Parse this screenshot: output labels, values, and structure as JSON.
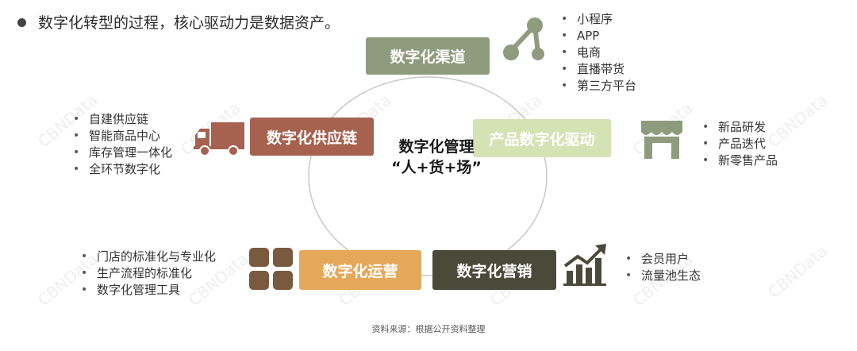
{
  "headline": "数字化转型的过程，核心驱动力是数据资产。",
  "center": {
    "line1": "数字化管理",
    "line2": "“人+货+场”"
  },
  "nodes": {
    "channel": {
      "label": "数字化渠道",
      "color": "#8e9b7c",
      "items": [
        "小程序",
        "APP",
        "电商",
        "直播带货",
        "第三方平台"
      ]
    },
    "supply": {
      "label": "数字化供应链",
      "color": "#a6624e",
      "items": [
        "自建供应链",
        "智能商品中心",
        "库存管理一体化",
        "全环节数字化"
      ]
    },
    "product": {
      "label": "产品数字化驱动",
      "color": "#d5e2b3",
      "items": [
        "新品研发",
        "产品迭代",
        "新零售产品"
      ]
    },
    "operation": {
      "label": "数字化运营",
      "color": "#e5a85a",
      "items": [
        "门店的标准化与专业化",
        "生产流程的标准化",
        "数字化管理工具"
      ]
    },
    "marketing": {
      "label": "数字化营销",
      "color": "#4a4a3a",
      "items": [
        "会员用户",
        "流量池生态"
      ]
    }
  },
  "icons": {
    "share": "share-icon",
    "truck": "truck-icon",
    "store": "store-icon",
    "blocks": "blocks-icon",
    "chart": "growth-chart-icon"
  },
  "watermark": "CBNData",
  "source": "资料来源：根据公开资料整理"
}
